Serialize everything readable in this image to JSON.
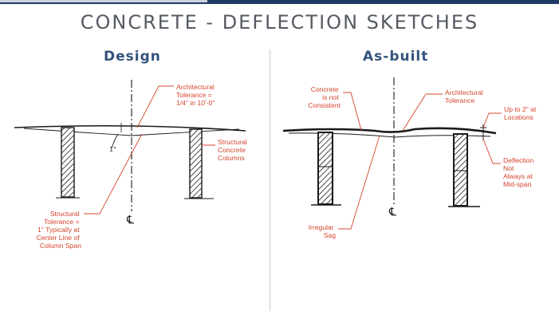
{
  "title": "CONCRETE - DEFLECTION SKETCHES",
  "design": {
    "heading": "Design",
    "callouts": {
      "architectural": [
        "Architectural",
        "Tolerance =",
        "1/4\" in 10'-0\""
      ],
      "columns": [
        "Structural",
        "Concrete",
        "Columns"
      ],
      "structural": [
        "Structural",
        "Tolerance =",
        "1\" Typically at",
        "Center Line of",
        "Column Span"
      ]
    },
    "dimension_label": "1\"",
    "centerline_symbol": "℄"
  },
  "asbuilt": {
    "heading": "As-built",
    "callouts": {
      "concrete": [
        "Concrete",
        "is not",
        "Consistent"
      ],
      "architectural": [
        "Architectural",
        "Tolerance"
      ],
      "locations": [
        "Up to 2\" at",
        "Locations"
      ],
      "deflection": [
        "Deflection",
        "Not",
        "Always at",
        "Mid-span"
      ],
      "sag": [
        "Irregular",
        "Sag"
      ]
    },
    "centerline_symbol": "℄"
  },
  "colors": {
    "title": "#555b63",
    "heading": "#34537e",
    "callout": "#d4452c",
    "ink": "#1a1a1a",
    "divider": "#c8c8c8"
  }
}
